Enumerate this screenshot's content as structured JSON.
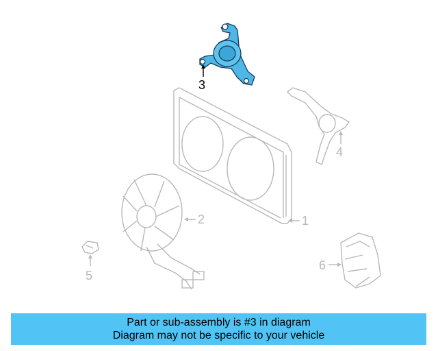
{
  "callouts": {
    "c1": "1",
    "c2": "2",
    "c3": "3",
    "c4": "4",
    "c5": "5",
    "c6": "6"
  },
  "colors": {
    "highlight": "#4db8e8",
    "highlight_stroke": "#1a3a55",
    "line_art": "#b8b8b8",
    "banner": "#52c3f5"
  },
  "banner": {
    "line1": "Part or sub-assembly is #3 in diagram",
    "line2": "Diagram may not be specific to your vehicle"
  }
}
